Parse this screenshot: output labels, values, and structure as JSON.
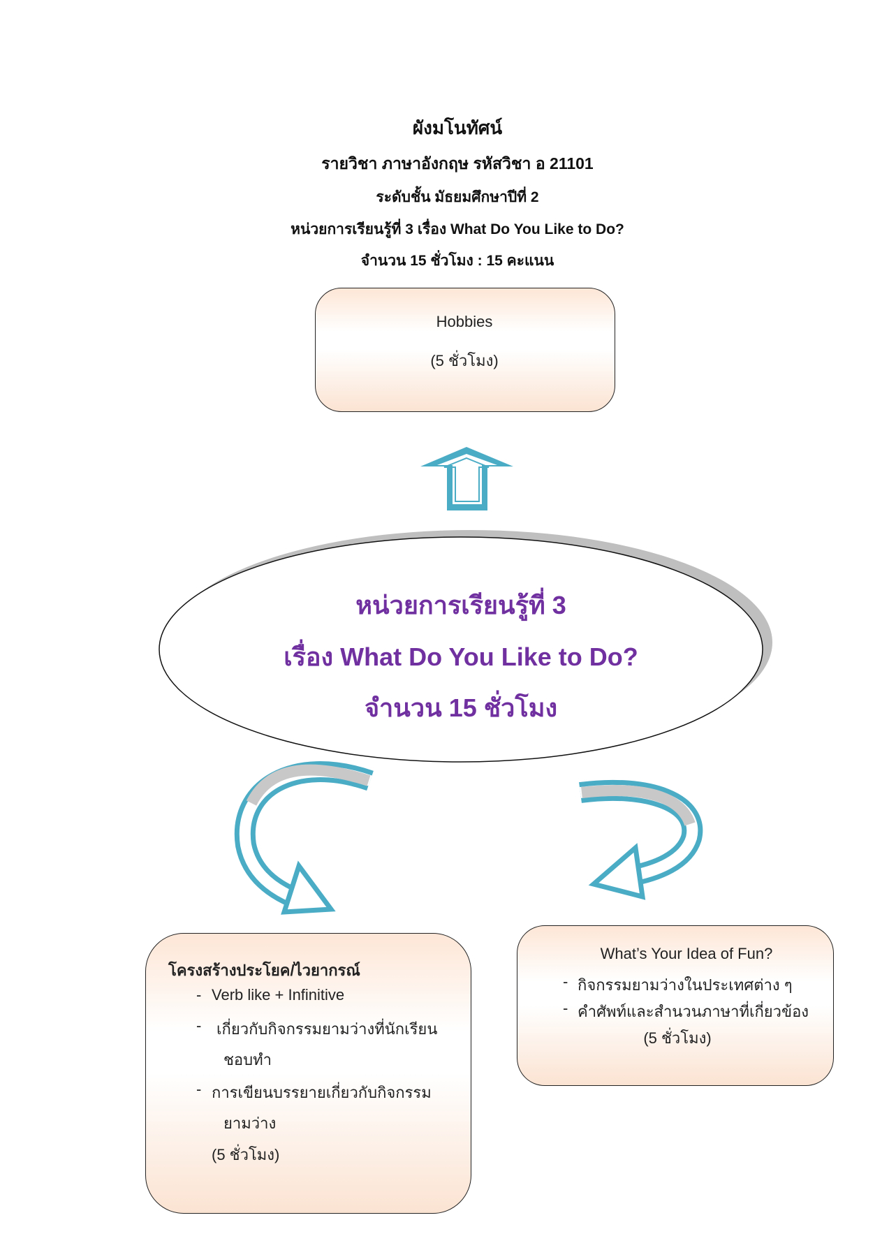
{
  "header": {
    "title": "ผังมโนทัศน์",
    "subject": "รายวิชา ภาษาอังกฤษ   รหัสวิชา  อ 21101",
    "level": "ระดับชั้น มัธยมศึกษาปีที่ 2",
    "unit": "หน่วยการเรียนรู้ที่ 3 เรื่อง What Do You Like to Do?",
    "hours": "จำนวน 15 ชั่วโมง : 15 คะแนน"
  },
  "center": {
    "line1": "หน่วยการเรียนรู้ที่ 3",
    "line2": "เรื่อง  What Do You Like to Do?",
    "line3": "จำนวน   15   ชั่วโมง"
  },
  "top_box": {
    "title": "Hobbies",
    "hours": "(5 ชั่วโมง)"
  },
  "left_box": {
    "title": "โครงสร้างประโยค/ไวยากรณ์",
    "items": [
      {
        "text": "Verb like + Infinitive"
      },
      {
        "text": "เกี่ยวกับกิจกรรมยามว่างที่นักเรียน",
        "cont": "ชอบทำ"
      },
      {
        "text": "การเขียนบรรยายเกี่ยวกับกิจกรรม",
        "cont": "ยามว่าง"
      }
    ],
    "hours": "(5 ชั่วโมง)"
  },
  "right_box": {
    "title": "What’s Your Idea of Fun?",
    "items": [
      {
        "text": "กิจกรรมยามว่างในประเทศต่าง ๆ"
      },
      {
        "text": "คำศัพท์และสำนวนภาษาที่เกี่ยวข้อง"
      }
    ],
    "hours": "(5 ชั่วโมง)"
  },
  "dash": "-",
  "colors": {
    "arrow": "#4bacc6",
    "purple": "#7030a0",
    "shadow": "#bfbfbf"
  }
}
